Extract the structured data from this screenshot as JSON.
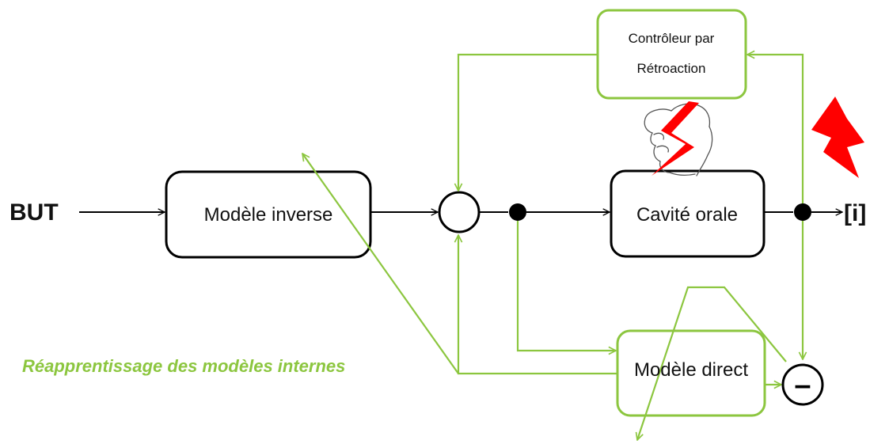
{
  "labels": {
    "goal": "BUT",
    "inverse_model": "Modèle inverse",
    "oral_cavity": "Cavité orale",
    "feedback_controller_line1": "Contrôleur par",
    "feedback_controller_line2": "Rétroaction",
    "forward_model": "Modèle direct",
    "output": "[i]",
    "comparator_sign": "–",
    "relearning": "Réapprentissage des modèles internes"
  },
  "colors": {
    "main_path": "#000000",
    "learning_path": "#8cc63f",
    "perturbation": "#ff0000",
    "relearning_text": "#8cc63f"
  },
  "icons": {
    "perturbation": "lightning-bolt",
    "speaker": "head-profile-sketch"
  }
}
